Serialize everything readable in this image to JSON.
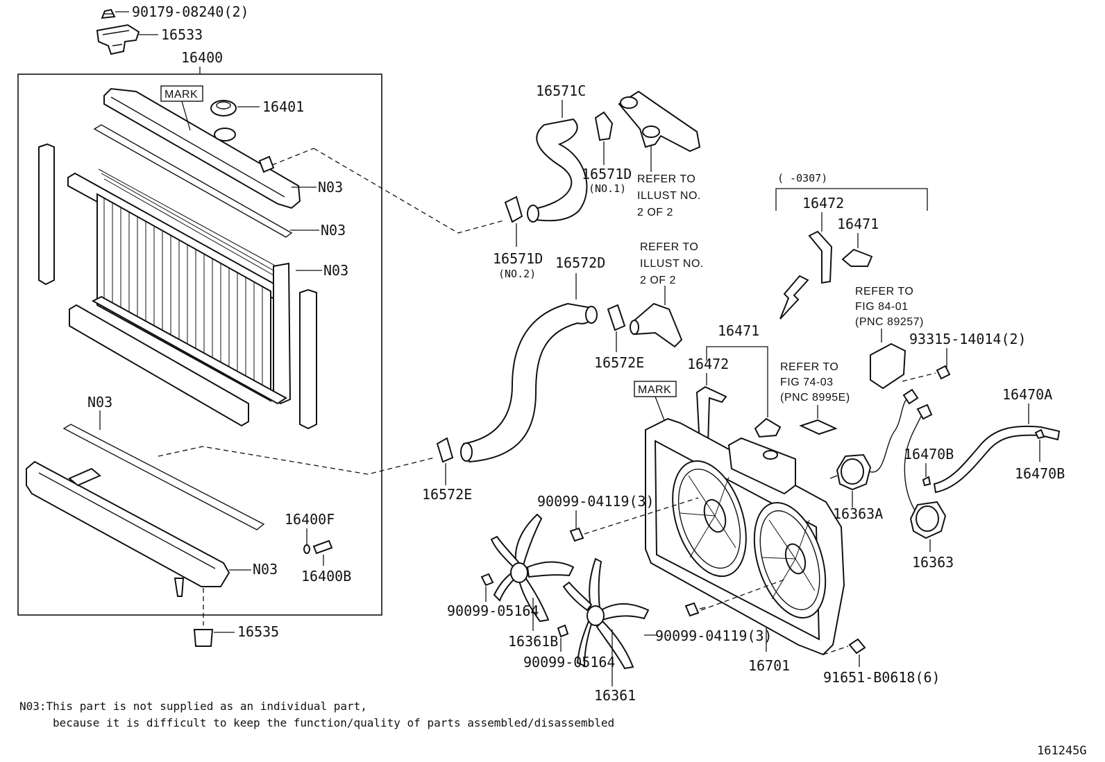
{
  "labels": {
    "p90179": "90179-08240(2)",
    "p16533": "16533",
    "p16400": "16400",
    "mark1": "MARK",
    "p16401": "16401",
    "n03_a": "N03",
    "n03_b": "N03",
    "n03_c": "N03",
    "n03_d": "N03",
    "n03_e": "N03",
    "p16400F": "16400F",
    "p16400B": "16400B",
    "p16535": "16535",
    "p16571C": "16571C",
    "p16571D_1": "16571D",
    "no1": "(NO.1)",
    "p16571D_2": "16571D",
    "no2": "(NO.2)",
    "p16572D": "16572D",
    "p16572E_1": "16572E",
    "p16572E_2": "16572E",
    "p0307": "(      -0307)",
    "p16472_a": "16472",
    "p16471_a": "16471",
    "p16471_b": "16471",
    "p16472_b": "16472",
    "mark2": "MARK",
    "p93315": "93315-14014(2)",
    "p16470A": "16470A",
    "p16470B_1": "16470B",
    "p16470B_2": "16470B",
    "p16363A": "16363A",
    "p16363": "16363",
    "p90099_04119_a": "90099-04119(3)",
    "p90099_05164_a": "90099-05164",
    "p16361B": "16361B",
    "p90099_05164_b": "90099-05164",
    "p16361": "16361",
    "p90099_04119_b": "90099-04119(3)",
    "p16701": "16701",
    "p91651": "91651-B0618(6)",
    "fig_id": "161245G"
  },
  "refer_notes": {
    "r1": [
      "REFER TO",
      "ILLUST NO.",
      "2 OF 2"
    ],
    "r2": [
      "REFER TO",
      "ILLUST NO.",
      "2 OF 2"
    ],
    "r3": [
      "REFER TO",
      "FIG 84-01",
      "(PNC 89257)"
    ],
    "r4": [
      "REFER TO",
      "FIG 74-03",
      "(PNC 8995E)"
    ]
  },
  "footnote": {
    "line1": "N03:This part is not supplied as an individual part,",
    "line2": "because it is difficult to keep the function/quality of parts assembled/disassembled"
  }
}
